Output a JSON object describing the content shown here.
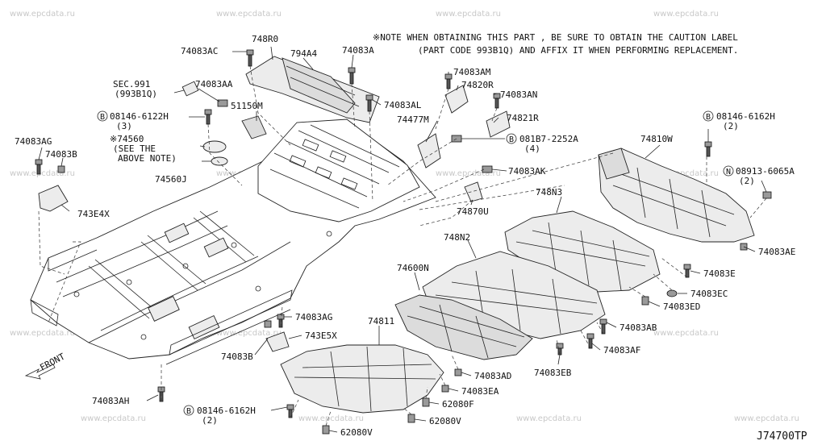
{
  "watermark": "www.epcdata.ru",
  "diagram_code": "J74700TP",
  "front_label": "FRONT",
  "note": {
    "line1": "※NOTE  WHEN OBTAINING THIS PART , BE SURE TO OBTAIN THE CAUTION LABEL",
    "line2": "(PART CODE 993B1Q) AND AFFIX IT WHEN PERFORMING REPLACEMENT."
  },
  "labels": {
    "p74083AC": "74083AC",
    "p748R0": "748R0",
    "p794A4": "794A4",
    "p74083A": "74083A",
    "sec991": "SEC.991",
    "sec991_sub": "(993B1Q)",
    "p74083AA": "74083AA",
    "b08146_6122H": "08146-6122H",
    "b08146_6122H_qty": "(3)",
    "p51150M": "51150M",
    "p74560": "※74560",
    "see_the": "(SEE THE",
    "above_note": "ABOVE NOTE)",
    "p74560J": "74560J",
    "p74083AG_l": "74083AG",
    "p74083B_l": "74083B",
    "p743E4X": "743E4X",
    "p74083AM": "74083AM",
    "p74820R": "74820R",
    "p74083AN": "74083AN",
    "p74083AL": "74083AL",
    "p74477M": "74477M",
    "p74821R": "74821R",
    "b081B7_2252A": "081B7-2252A",
    "b081B7_2252A_qty": "(4)",
    "p74083AK": "74083AK",
    "p74870U": "74870U",
    "b08146_6162H_tr": "08146-6162H",
    "b08146_6162H_tr_qty": "(2)",
    "p74810W": "74810W",
    "n08913_6065A": "08913-6065A",
    "n08913_6065A_qty": "(2)",
    "p748N3": "748N3",
    "p748N2": "748N2",
    "p74083AE": "74083AE",
    "p74083E": "74083E",
    "p74600N": "74600N",
    "p74083EC": "74083EC",
    "p74083ED": "74083ED",
    "p74083AG_m": "74083AG",
    "p743E5X": "743E5X",
    "p74083B_m": "74083B",
    "p74811": "74811",
    "p74083AB": "74083AB",
    "p74083AF": "74083AF",
    "p74083AD": "74083AD",
    "p74083EB": "74083EB",
    "p74083EA": "74083EA",
    "p62080F": "62080F",
    "p74083AH": "74083AH",
    "b08146_6162H_bl": "08146-6162H",
    "b08146_6162H_bl_qty": "(2)",
    "p62080V_m": "62080V",
    "p62080V_b": "62080V"
  },
  "symbols": {
    "b": "B",
    "n": "N"
  }
}
